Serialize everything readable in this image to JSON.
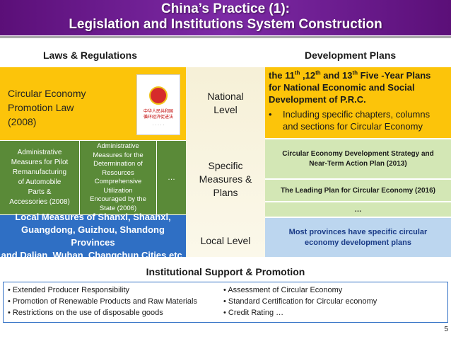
{
  "title": {
    "line1": "China’s Practice (1):",
    "line2": "Legislation and Institutions System Construction"
  },
  "headings": {
    "laws": "Laws & Regulations",
    "plans": "Development Plans",
    "support": "Institutional Support & Promotion"
  },
  "levels": {
    "national": [
      "National",
      "Level"
    ],
    "specific": [
      "Specific",
      "Measures &",
      "Plans"
    ],
    "local": "Local Level"
  },
  "law": {
    "lines": [
      "Circular Economy",
      "Promotion Law",
      "(2008)"
    ],
    "book_title_lines": [
      "中华人民共和国",
      "循环经济促进法"
    ],
    "book_dots": "· · · · ·"
  },
  "admin": [
    [
      "Administrative",
      "Measures for Pilot",
      "Remanufacturing",
      "of Automobile",
      "Parts &",
      "Accessories (2008)"
    ],
    [
      "Administrative",
      "Measures for the",
      "Determination of",
      "Resources",
      "Comprehensive",
      "Utilization",
      "Encouraged by the",
      "State (2006)"
    ],
    [
      "…"
    ]
  ],
  "local_measures": [
    "Local Measures of Shanxi, Shaanxi,",
    "Guangdong, Guizhou, Shandong Provinces",
    "and Dalian, Wuhan, Changchun Cities etc."
  ],
  "plans": {
    "title_parts": {
      "a": "the 11",
      "sup1": "th",
      "b": " ,12",
      "sup2": "th",
      "c": " and 13",
      "sup3": "th",
      "d": " Five -Year Plans",
      "line2": "for National Economic and Social",
      "line3": "Development of P.R.C."
    },
    "bullet_lines": [
      "Including specific chapters, columns",
      "and sections for Circular Economy"
    ],
    "strategy_lines": [
      "Circular Economy Development Strategy and",
      "Near-Term Action Plan (2013)"
    ],
    "leading": "The Leading Plan for Circular Economy (2016)",
    "ellipsis": "…",
    "provinces_lines": [
      "Most provinces have specific circular",
      "economy development plans"
    ]
  },
  "support": {
    "left": [
      "Extended Producer Responsibility",
      "Promotion of Renewable Products and Raw Materials",
      "Restrictions on the use of disposable goods"
    ],
    "right": [
      "Assessment of Circular Economy",
      "Standard Certification for Circular economy",
      "Credit Rating …"
    ]
  },
  "page_number": "5",
  "colors": {
    "title_band": "#6a1b8f",
    "gold": "#fcc40a",
    "green": "#5a8a38",
    "blue": "#2f6fc4",
    "light_green": "#d3e7b5",
    "light_blue": "#bcd6ef",
    "beige": "#f6f0d7"
  }
}
